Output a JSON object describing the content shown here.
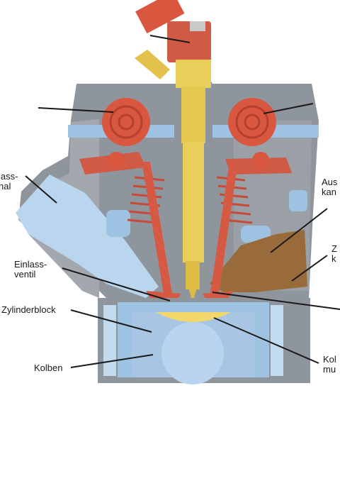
{
  "labels": {
    "einlasskanal_l1": "lass-",
    "einlasskanal_l2": "nal",
    "einlassventil_l1": "Einlass-",
    "einlassventil_l2": "ventil",
    "zylinderblock": "Zylinderblock",
    "kolben": "Kolben",
    "auslasskanal_l1": "Aus",
    "auslasskanal_l2": "kan",
    "z_l1": "Z",
    "z_l2": "k",
    "kolbenmulde_l1": "Kol",
    "kolbenmulde_l2": "mu"
  },
  "colors": {
    "injector": "#e8cf5a",
    "camshaft": "#d9573f",
    "valve": "#d65a43",
    "coolant": "#a9c9e6",
    "head_metal": "#8f959c",
    "exhaust_port": "#9a6b3a",
    "spring": "#c84a3a"
  },
  "icons": {
    "nozzle_holder": "injector-holder-icon",
    "camshaft": "camshaft-icon",
    "valve": "valve-icon",
    "piston": "piston-icon"
  }
}
